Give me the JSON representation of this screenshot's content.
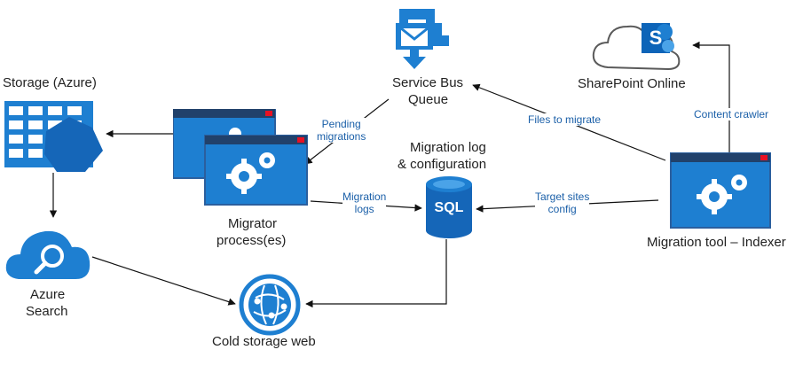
{
  "nodes": {
    "storage": {
      "label": "Storage (Azure)",
      "icon": "storage-table-icon"
    },
    "service_bus": {
      "label_line1": "Service Bus",
      "label_line2": "Queue",
      "icon": "service-bus-queue-icon"
    },
    "sharepoint": {
      "label": "SharePoint Online",
      "icon": "sharepoint-cloud-icon"
    },
    "migrator": {
      "label_line1": "Migrator",
      "label_line2": "process(es)",
      "icon": "migrator-window-gears-icon"
    },
    "migration_log": {
      "label_line1": "Migration log",
      "label_line2": "& configuration",
      "db_text": "SQL",
      "icon": "sql-database-icon"
    },
    "indexer": {
      "label": "Migration tool – Indexer",
      "icon": "indexer-window-gears-icon"
    },
    "azure_search": {
      "label_line1": "Azure",
      "label_line2": "Search",
      "icon": "azure-search-cloud-icon"
    },
    "cold_storage": {
      "label": "Cold storage web",
      "icon": "globe-web-icon"
    }
  },
  "edges": {
    "pending": {
      "line1": "Pending",
      "line2": "migrations"
    },
    "migration_logs": {
      "line1": "Migration",
      "line2": "logs"
    },
    "files_to_migrate": {
      "text": "Files to migrate"
    },
    "content_crawler": {
      "text": "Content crawler"
    },
    "target_sites": {
      "line1": "Target sites",
      "line2": "config"
    }
  },
  "colors": {
    "azure_blue": "#1e7fd1",
    "dark_blue": "#1566b8",
    "window_frame": "#2b5f9e",
    "window_dark": "#21416b",
    "close_red": "#e81123",
    "edge_label": "#1a5fa8",
    "cloud_gray": "#5a5a5a",
    "sharepoint_blue": "#0d64b8"
  }
}
